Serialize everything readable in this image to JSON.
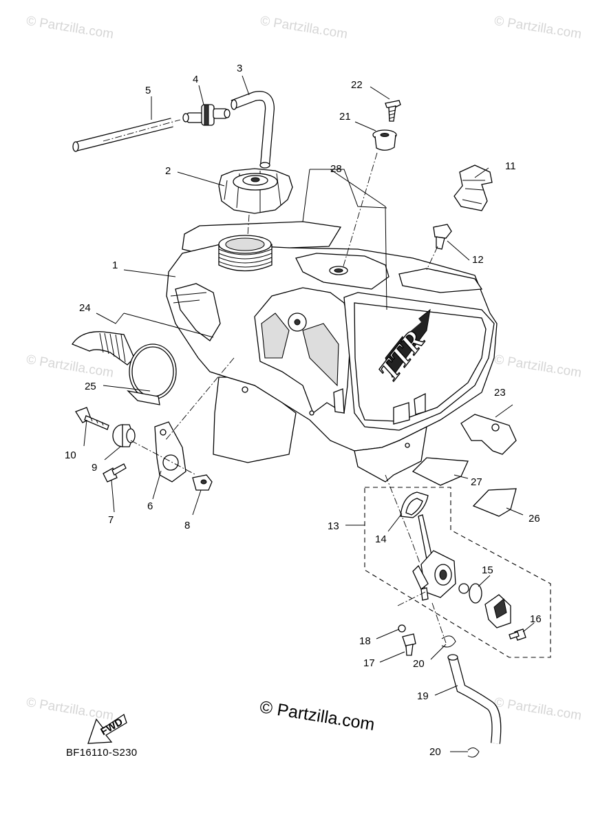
{
  "watermark_text": "© Partzilla.com",
  "copyright_text": "© Partzilla.com",
  "diagram_code": "BF16110-S230",
  "fwd_label": "FWD",
  "tank_graphic_text": "TTR",
  "callouts": [
    "1",
    "2",
    "3",
    "4",
    "5",
    "6",
    "7",
    "8",
    "9",
    "10",
    "11",
    "12",
    "13",
    "14",
    "15",
    "16",
    "17",
    "18",
    "19",
    "20",
    "20",
    "21",
    "22",
    "23",
    "24",
    "25",
    "26",
    "27",
    "28"
  ]
}
